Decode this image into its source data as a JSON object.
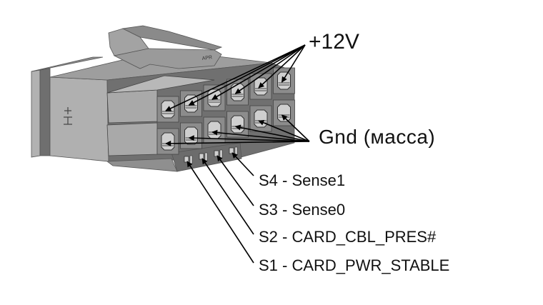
{
  "title": "12VHPWR connector pinout",
  "labels": {
    "power": "+12V",
    "ground": "Gnd (масса)",
    "sense": [
      {
        "pin": "S4",
        "name": "Sense1",
        "text": "S4 - Sense1"
      },
      {
        "pin": "S3",
        "name": "Sense0",
        "text": "S3 - Sense0"
      },
      {
        "pin": "S2",
        "name": "CARD_CBL_PRES#",
        "text": "S2 - CARD_CBL_PRES#"
      },
      {
        "pin": "S1",
        "name": "CARD_PWR_STABLE",
        "text": "S1 - CARD_PWR_STABLE"
      }
    ]
  },
  "connector": {
    "power_pins": 6,
    "ground_pins": 6,
    "sense_pins": 4,
    "latch_marking": "APR"
  },
  "colors": {
    "body_light": "#a9a9a9",
    "body_mid": "#8c8c8c",
    "body_dark": "#6e6e6e",
    "body_top": "#b8b8b8",
    "line": "#000000",
    "text": "#111111"
  }
}
